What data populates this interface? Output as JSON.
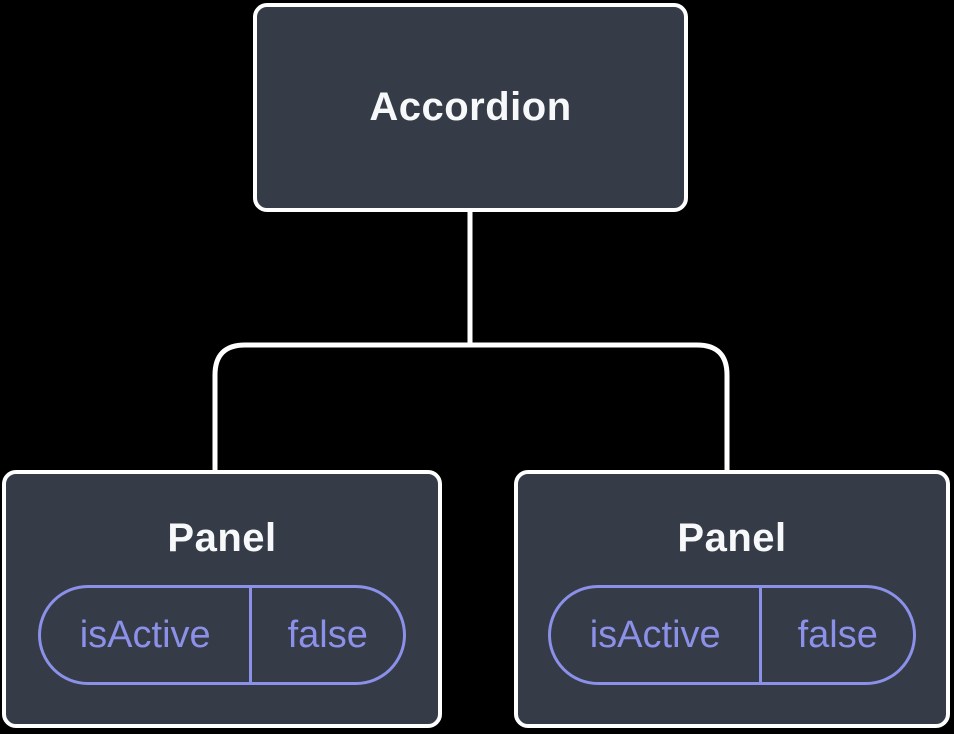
{
  "diagram": {
    "type": "component-tree",
    "background": "#000000",
    "colors": {
      "node_fill": "#353b47",
      "node_border": "#ffffff",
      "title_text": "#f7f8fa",
      "state_accent": "#8b90e8",
      "connector": "#ffffff"
    },
    "root": {
      "label": "Accordion"
    },
    "children": [
      {
        "label": "Panel",
        "state": {
          "key": "isActive",
          "value": "false"
        }
      },
      {
        "label": "Panel",
        "state": {
          "key": "isActive",
          "value": "false"
        }
      }
    ]
  }
}
